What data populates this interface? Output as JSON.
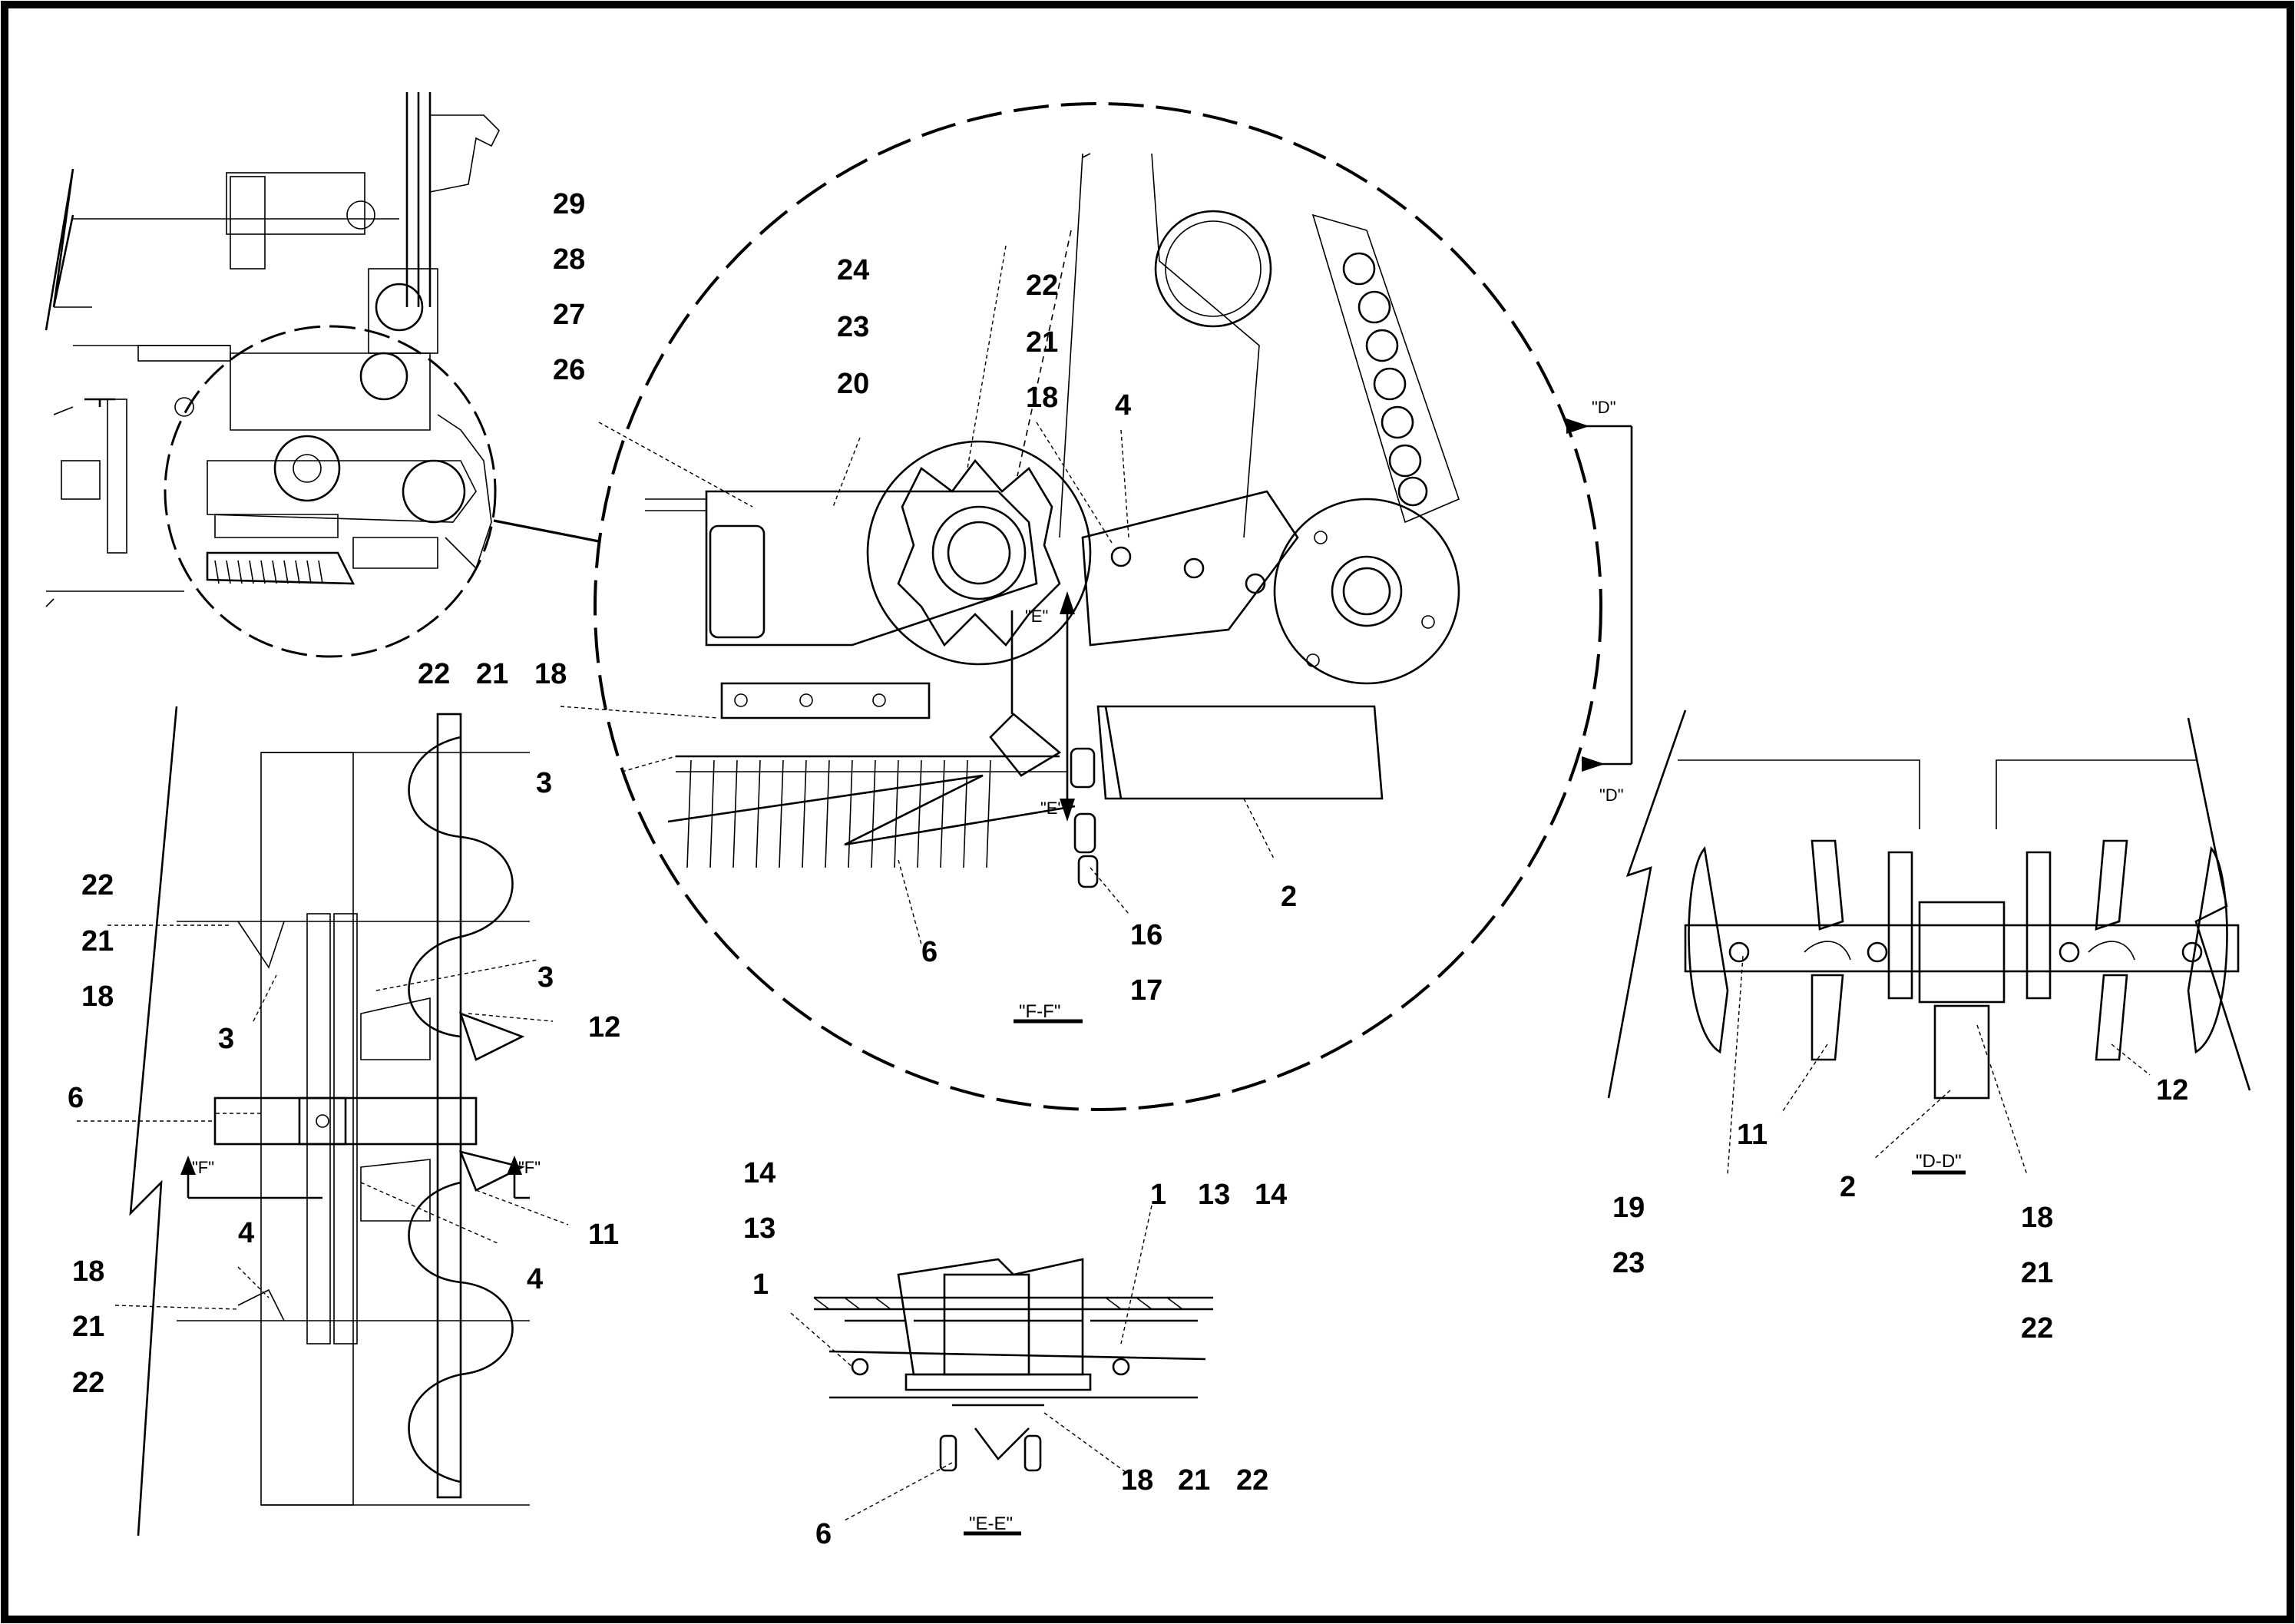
{
  "detail_ff": {
    "title": "\"F-F\"",
    "callouts": [
      "29",
      "28",
      "27",
      "26",
      "24",
      "23",
      "20",
      "22",
      "21",
      "18",
      "4",
      "22",
      "21",
      "18",
      "3",
      "6",
      "16",
      "17",
      "2"
    ],
    "section_markers": [
      "\"E\"",
      "\"E\"",
      "\"D\"",
      "\"D\""
    ]
  },
  "view_f": {
    "callouts": [
      "22",
      "21",
      "18",
      "3",
      "3",
      "12",
      "6",
      "11",
      "4",
      "4",
      "18",
      "21",
      "22"
    ],
    "section_markers": [
      "\"F\"",
      "\"F\""
    ]
  },
  "section_ee": {
    "title": "\"E-E\"",
    "callouts": [
      "14",
      "13",
      "1",
      "13",
      "14",
      "1",
      "18",
      "21",
      "22",
      "6"
    ]
  },
  "section_dd": {
    "title": "\"D-D\"",
    "callouts": [
      "11",
      "12",
      "19",
      "23",
      "2",
      "18",
      "21",
      "22"
    ]
  }
}
